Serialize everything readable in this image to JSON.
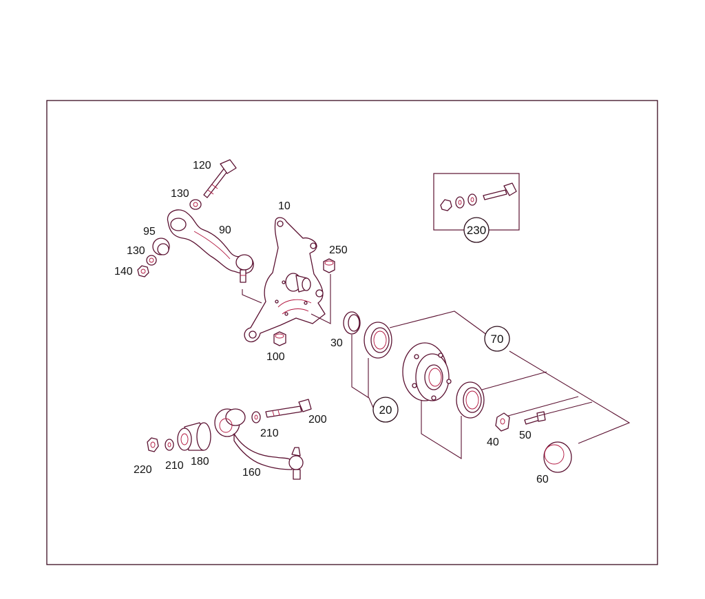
{
  "diagram": {
    "colors": {
      "line": "#5a1030",
      "accent": "#b0103a",
      "text": "#111111"
    },
    "labels": {
      "p10": "10",
      "p20": "20",
      "p30": "30",
      "p40": "40",
      "p50": "50",
      "p60": "60",
      "p70": "70",
      "p90": "90",
      "p95": "95",
      "p100": "100",
      "p120": "120",
      "p130a": "130",
      "p130b": "130",
      "p140": "140",
      "p160": "160",
      "p180": "180",
      "p200": "200",
      "p210a": "210",
      "p210b": "210",
      "p220": "220",
      "p230": "230",
      "p250": "250"
    }
  }
}
